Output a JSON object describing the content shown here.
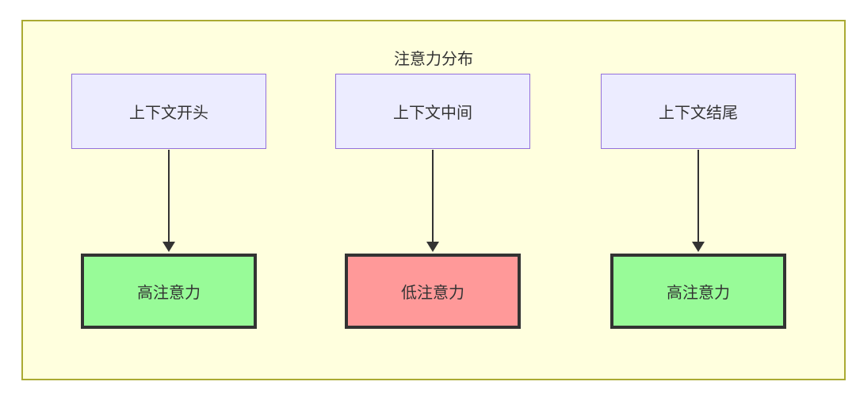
{
  "diagram": {
    "title": "注意力分布",
    "top_nodes": [
      {
        "label": "上下文开头"
      },
      {
        "label": "上下文中间"
      },
      {
        "label": "上下文结尾"
      }
    ],
    "bottom_nodes": [
      {
        "label": "高注意力",
        "type": "high"
      },
      {
        "label": "低注意力",
        "type": "low"
      },
      {
        "label": "高注意力",
        "type": "high"
      }
    ],
    "edges": [
      {
        "from": "上下文开头",
        "to": "高注意力"
      },
      {
        "from": "上下文中间",
        "to": "低注意力"
      },
      {
        "from": "上下文结尾",
        "to": "高注意力"
      }
    ],
    "colors": {
      "container_fill": "#FFFFDE",
      "container_border": "#AAAA33",
      "context_node_fill": "#ECECFF",
      "context_node_border": "#9370DB",
      "high_attention_fill": "#98FB98",
      "low_attention_fill": "#FF9999",
      "result_node_border": "#333333",
      "arrow": "#333333",
      "text": "#333333"
    }
  }
}
